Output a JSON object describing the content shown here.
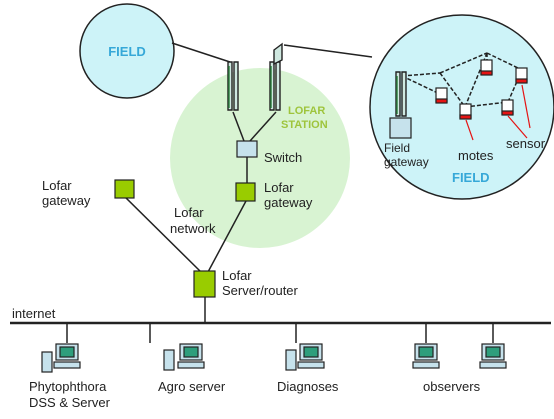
{
  "colors": {
    "field_fill": "#cdf3f8",
    "field_text": "#36a8d8",
    "station_fill": "#d8f3d2",
    "station_text": "#9ec43c",
    "node_green": "#99cc00",
    "switch_fill": "#c6e2ec",
    "motes_text": "#3448c8",
    "sensor_red": "#e51414",
    "line": "#222222"
  },
  "labels": {
    "field_left": "FIELD",
    "lofar_station_line1": "LOFAR",
    "lofar_station_line2": "STATION",
    "switch": "Switch",
    "lofar_gateway_right_line1": "Lofar",
    "lofar_gateway_right_line2": "gateway",
    "lofar_gateway_left_line1": "Lofar",
    "lofar_gateway_left_line2": "gateway",
    "lofar_network_line1": "Lofar",
    "lofar_network_line2": "network",
    "server_router_line1": "Lofar",
    "server_router_line2": "Server/router",
    "field_gateway_line1": "Field",
    "field_gateway_line2": "gateway",
    "motes": "motes",
    "sensor": "sensor",
    "field_right": "FIELD",
    "internet": "internet",
    "phytophthora_line1": "Phytophthora",
    "phytophthora_line2": "DSS & Server",
    "agro_server": "Agro server",
    "diagnoses": "Diagnoses",
    "observers": "observers"
  },
  "icons": {
    "antenna": "antenna-icon",
    "switch": "switch-icon",
    "gateway": "gateway-icon",
    "server": "server-tower-icon",
    "computer": "computer-monitor-icon",
    "mote": "mote-sensor-icon"
  }
}
